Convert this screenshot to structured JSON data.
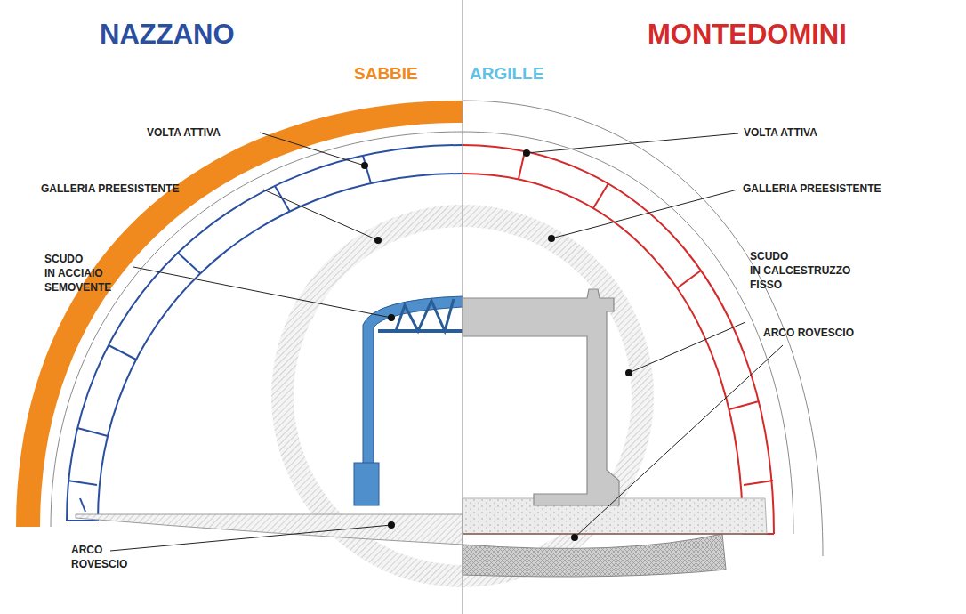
{
  "diagram": {
    "labels": [
      "NAZZANO",
      "MONTEDOMINI",
      "SABBIE",
      "ARGILLE",
      "VOLTA ATTIVA",
      "GALLERIA PREESISTENTE",
      "SCUDO IN ACCIAIO SEMOVENTE",
      "ARCO ROVESCIO",
      "VOLTA ATTIVA",
      "GALLERIA PREESISTENTE",
      "SCUDO IN CALCESTRUZZO FISSO",
      "ARCO ROVESCIO"
    ]
  }
}
